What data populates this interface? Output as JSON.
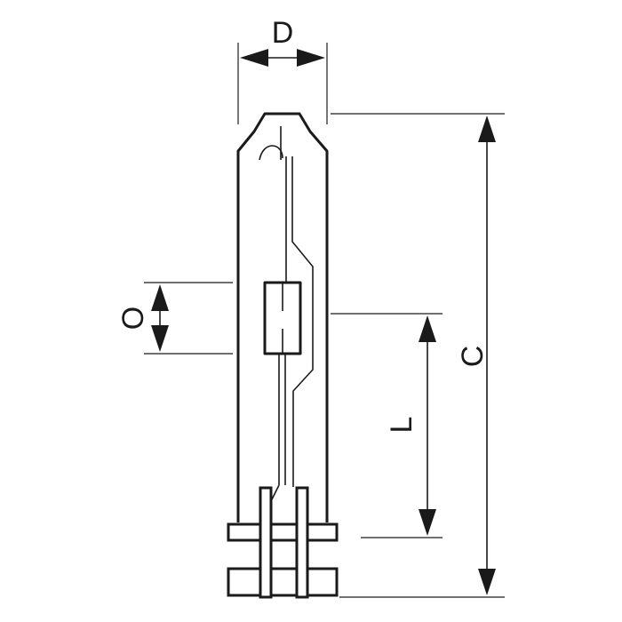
{
  "labels": {
    "diameter": "D",
    "overall_length": "C",
    "light_center_length": "L",
    "arc_offset": "O"
  }
}
